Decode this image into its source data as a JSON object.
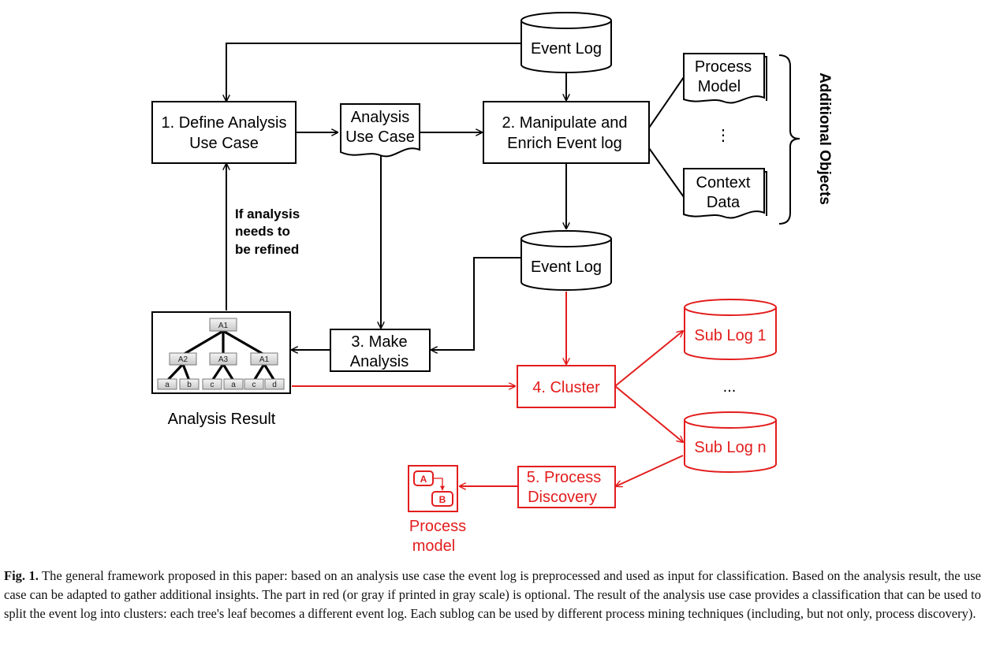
{
  "diagram": {
    "event_log_top": "Event Log",
    "event_log_mid": "Event Log",
    "define_box": [
      "1. Define Analysis",
      "Use Case"
    ],
    "use_case_doc": [
      "Analysis",
      "Use Case"
    ],
    "manipulate_box": [
      "2. Manipulate and",
      "Enrich Event log"
    ],
    "process_model_doc": [
      "Process",
      "Model"
    ],
    "ellipsis_vertical": "⋮",
    "context_doc": [
      "Context",
      "Data"
    ],
    "additional_objects": "Additional Objects",
    "refine_label": [
      "If analysis",
      "needs to",
      "be refined"
    ],
    "make_analysis_box": [
      "3. Make",
      "Analysis"
    ],
    "analysis_result": "Analysis Result",
    "tree": {
      "root": "A1",
      "children": [
        "A2",
        "A3",
        "A1"
      ],
      "leaves": [
        "a",
        "b",
        "c",
        "a",
        "c",
        "d"
      ]
    },
    "cluster_box": "4. Cluster",
    "sub_log_1": "Sub Log 1",
    "sub_log_dots": "...",
    "sub_log_n": "Sub Log n",
    "discovery_box": [
      "5. Process",
      "Discovery"
    ],
    "model_icon": [
      "A",
      "B"
    ],
    "process_model_label": [
      "Process",
      "model"
    ]
  },
  "caption": {
    "figure_label": "Fig. 1.",
    "text": "The general framework proposed in this paper: based on an analysis use case the event log is preprocessed and used as input for classification. Based on the analysis result, the use case can be adapted to gather additional insights. The part in red (or gray if printed in gray scale) is optional. The result of the analysis use case provides a classification that can be used to split the event log into clusters: each tree's leaf becomes a different event log. Each sublog can be used by different process mining techniques (including, but not only, process discovery)."
  },
  "colors": {
    "optional_red": "#e31d1d",
    "black": "#000000"
  }
}
